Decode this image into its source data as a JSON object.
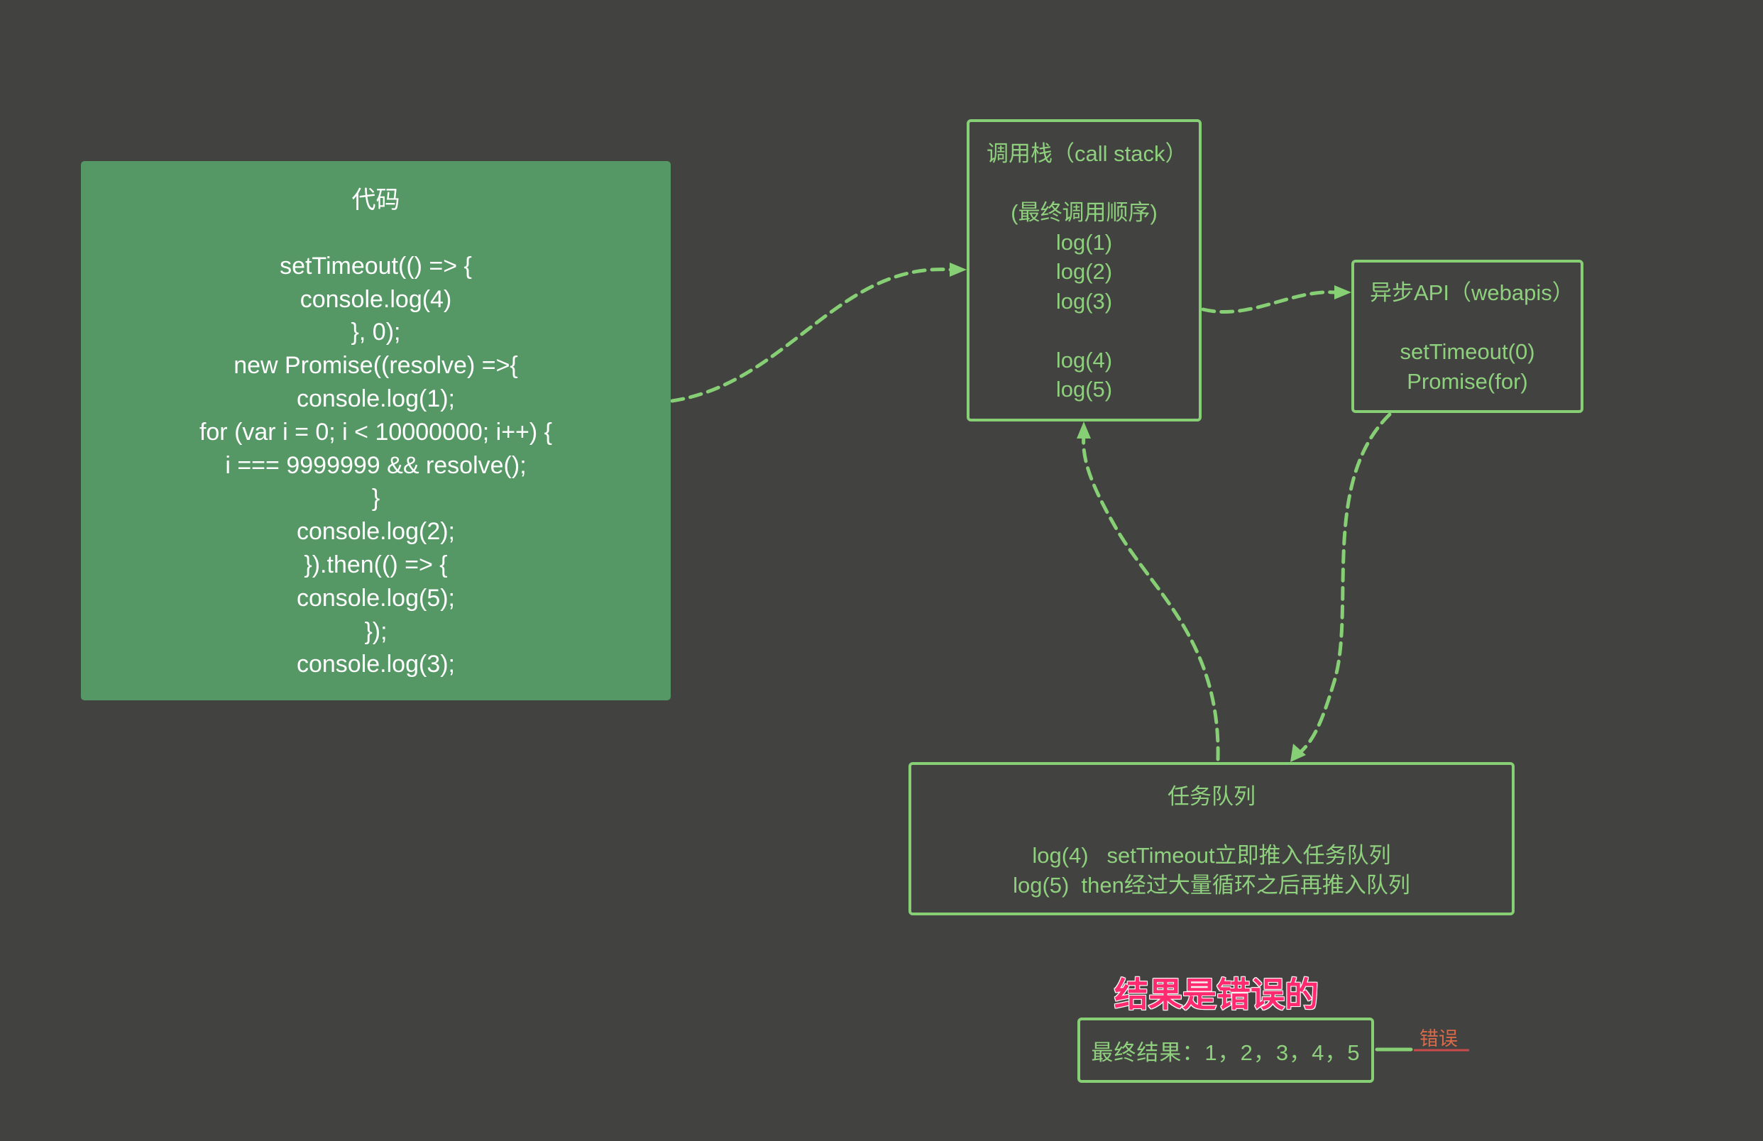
{
  "colors": {
    "background": "#424240",
    "code_fill": "#559865",
    "box_stroke": "#86cf74",
    "box_text": "#8ed07d",
    "verdict_text": "#ff2a6f",
    "error_label": "#d86a4a",
    "error_underline": "#c84a4a"
  },
  "code": {
    "title": "代码",
    "lines": [
      "setTimeout(() => {",
      "console.log(4)",
      "}, 0);",
      "new Promise((resolve) =>{",
      "console.log(1);",
      "for (var i = 0; i < 10000000; i++) {",
      "i === 9999999 && resolve();",
      "}",
      "console.log(2);",
      "}).then(() => {",
      "console.log(5);",
      "});",
      "console.log(3);"
    ]
  },
  "call_stack": {
    "title": "调用栈（call stack）",
    "subtitle": "(最终调用顺序)",
    "items_a": [
      "log(1)",
      "log(2)",
      "log(3)"
    ],
    "items_b": [
      "log(4)",
      "log(5)"
    ]
  },
  "web_api": {
    "title": "异步API（webapis）",
    "items": [
      "setTimeout(0)",
      "Promise(for)"
    ]
  },
  "task_queue": {
    "title": "任务队列",
    "items": [
      "log(4)   setTimeout立即推入任务队列",
      "log(5)  then经过大量循环之后再推入队列"
    ]
  },
  "result": {
    "text": "最终结果：1，2，3，4，5",
    "verdict": "结果是错误的",
    "tag": "错误"
  }
}
